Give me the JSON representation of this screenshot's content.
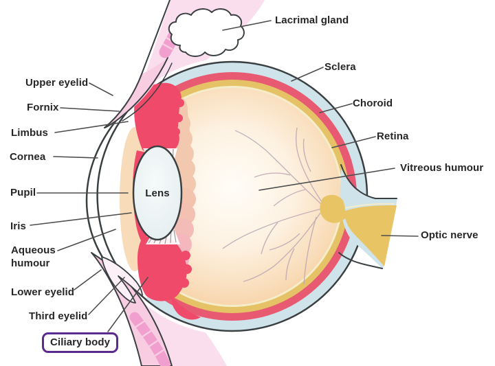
{
  "labels": {
    "lacrimal_gland": "Lacrimal gland",
    "upper_eyelid": "Upper eyelid",
    "fornix": "Fornix",
    "limbus": "Limbus",
    "cornea": "Cornea",
    "pupil": "Pupil",
    "iris": "Iris",
    "aqueous_humour": "Aqueous humour",
    "lower_eyelid": "Lower eyelid",
    "third_eyelid": "Third eyelid",
    "ciliary_body": "Ciliary body",
    "lens": "Lens",
    "sclera": "Sclera",
    "choroid": "Choroid",
    "retina": "Retina",
    "vitreous_humour": "Vitreous humour",
    "optic_nerve": "Optic nerve"
  },
  "colors": {
    "outline_dark": "#3a3f42",
    "sclera_blue": "#cfe3ea",
    "choroid_red": "#e85a72",
    "retina_yellow": "#e4c265",
    "inner_cream": "#f5ecca",
    "ciliary_red": "#ef4a6a",
    "optic_nerve_yellow": "#e9c465",
    "eyelid_pink": "#f8cde2",
    "eyelid_muscle_pink": "#f09fce",
    "background_wash_pink": "#fbdeee",
    "vessel_mauve": "#bda6b4",
    "ciliary_box_border_purple": "#5b2a8e",
    "label_text": "#262626"
  }
}
